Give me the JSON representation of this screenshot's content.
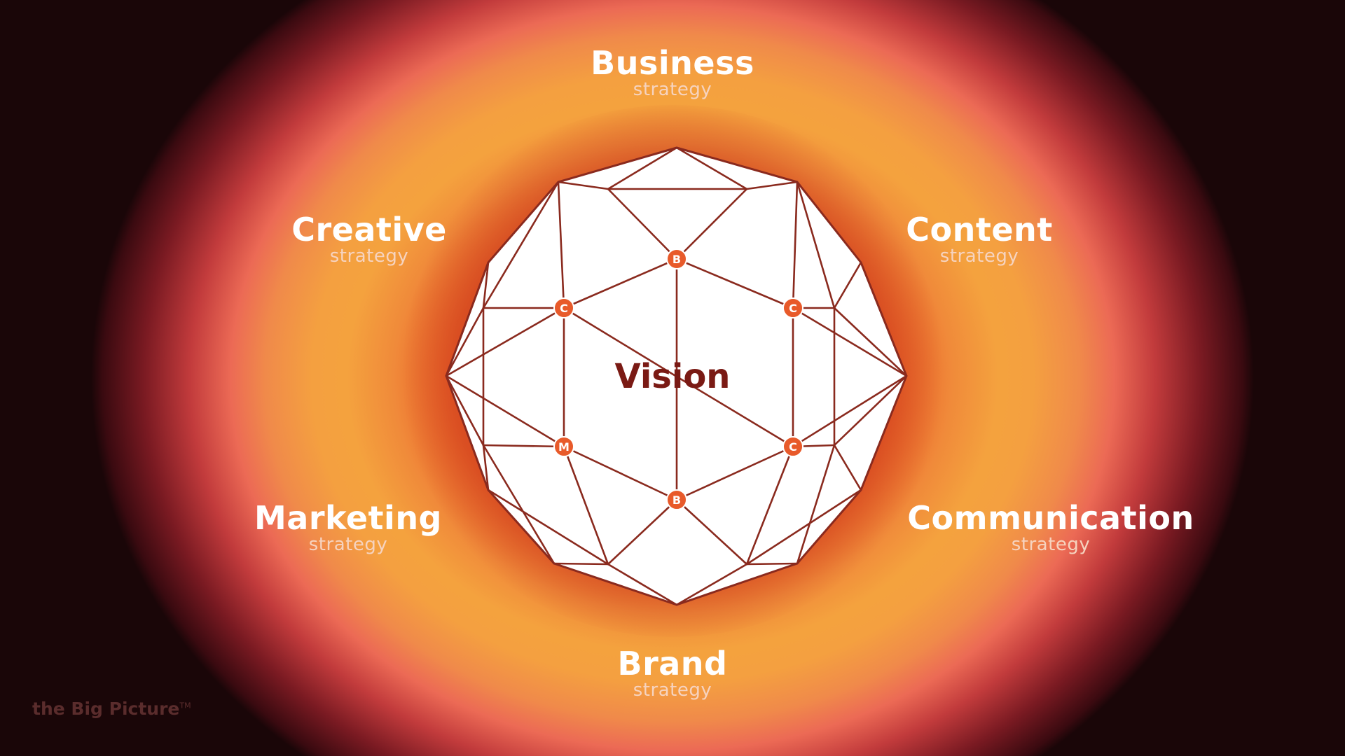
{
  "center": {
    "label": "Vision"
  },
  "strategies": [
    {
      "title": "Business",
      "subtitle": "strategy"
    },
    {
      "title": "Content",
      "subtitle": "strategy"
    },
    {
      "title": "Communication",
      "subtitle": "strategy"
    },
    {
      "title": "Brand",
      "subtitle": "strategy"
    },
    {
      "title": "Marketing",
      "subtitle": "strategy"
    },
    {
      "title": "Creative",
      "subtitle": "strategy"
    }
  ],
  "node_markers": [
    "B",
    "C",
    "C",
    "B",
    "M",
    "C"
  ],
  "footer": {
    "logo_text": "the Big Picture",
    "trademark": "TM"
  },
  "colors": {
    "polygon_fill": "#ffffff",
    "polygon_stroke": "#8a2a1e",
    "node_fill": "#e85a2a",
    "center_text": "#7a1a14"
  }
}
